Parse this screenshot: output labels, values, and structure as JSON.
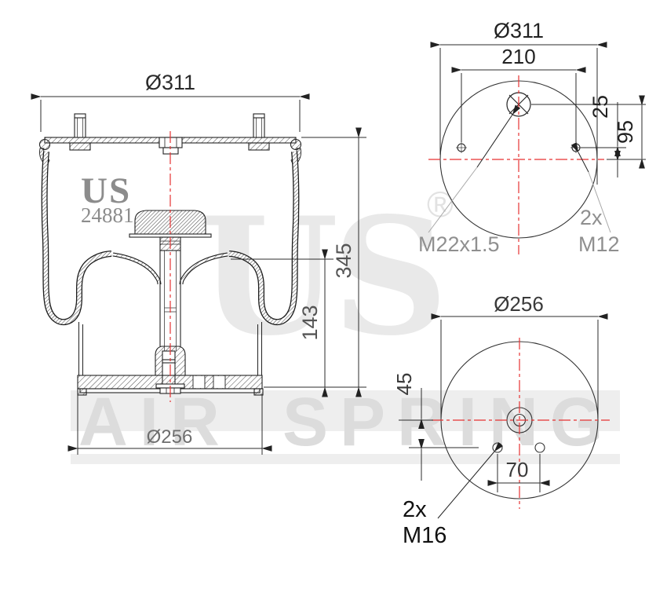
{
  "brand": {
    "logo": "US",
    "part_number": "24881",
    "registered": "®",
    "watermark_text": "US",
    "watermark_band_text": "AIR SPRING"
  },
  "side_view": {
    "dim_top_diameter": "Ø311",
    "dim_overall_height": "345",
    "dim_piston_height": "143",
    "dim_bottom_diameter": "Ø256"
  },
  "top_view": {
    "dim_diameter": "Ø311",
    "dim_stud_spacing": "210",
    "dim_stud_offset": "25",
    "dim_port_offset": "95",
    "label_port_thread": "M22x1.5",
    "label_stud_qty": "2x",
    "label_stud_thread": "M12"
  },
  "bottom_view": {
    "dim_diameter": "Ø256",
    "dim_hole_offset": "45",
    "dim_hole_spacing": "70",
    "label_hole_qty": "2x",
    "label_hole_thread": "M16"
  },
  "colors": {
    "line": "#222222",
    "centerline_red": "#e63232",
    "dim_text": "#2b2b2b",
    "secondary_dim_text": "#555555",
    "label_gray": "#8f8f8f",
    "watermark_gray": "#e9e9e9",
    "watermark_band": "#eeeeee",
    "watermark_letters": "#dcdcdc",
    "logo_gray": "#8c8c8c"
  }
}
